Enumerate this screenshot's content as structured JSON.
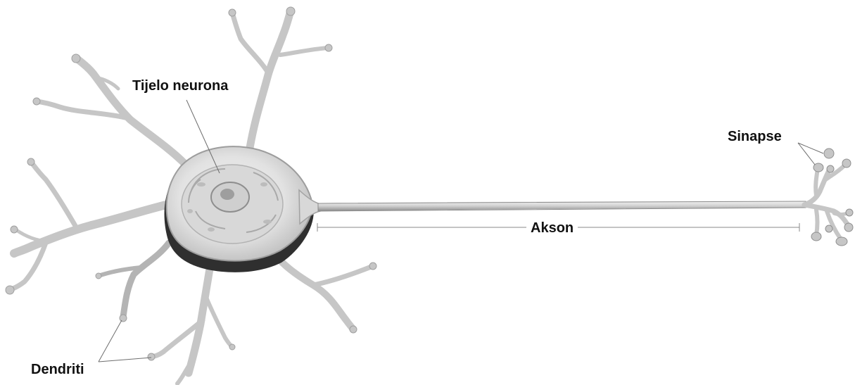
{
  "labels": {
    "cell_body": "Tijelo neurona",
    "axon": "Akson",
    "synapses": "Sinapse",
    "dendrites": "Dendriti"
  },
  "colors": {
    "membrane": "#c9c9c9",
    "membrane_edge": "#a8a8a8",
    "shadow": "#2b2b2b",
    "background": "#ffffff",
    "label": "#111111"
  }
}
